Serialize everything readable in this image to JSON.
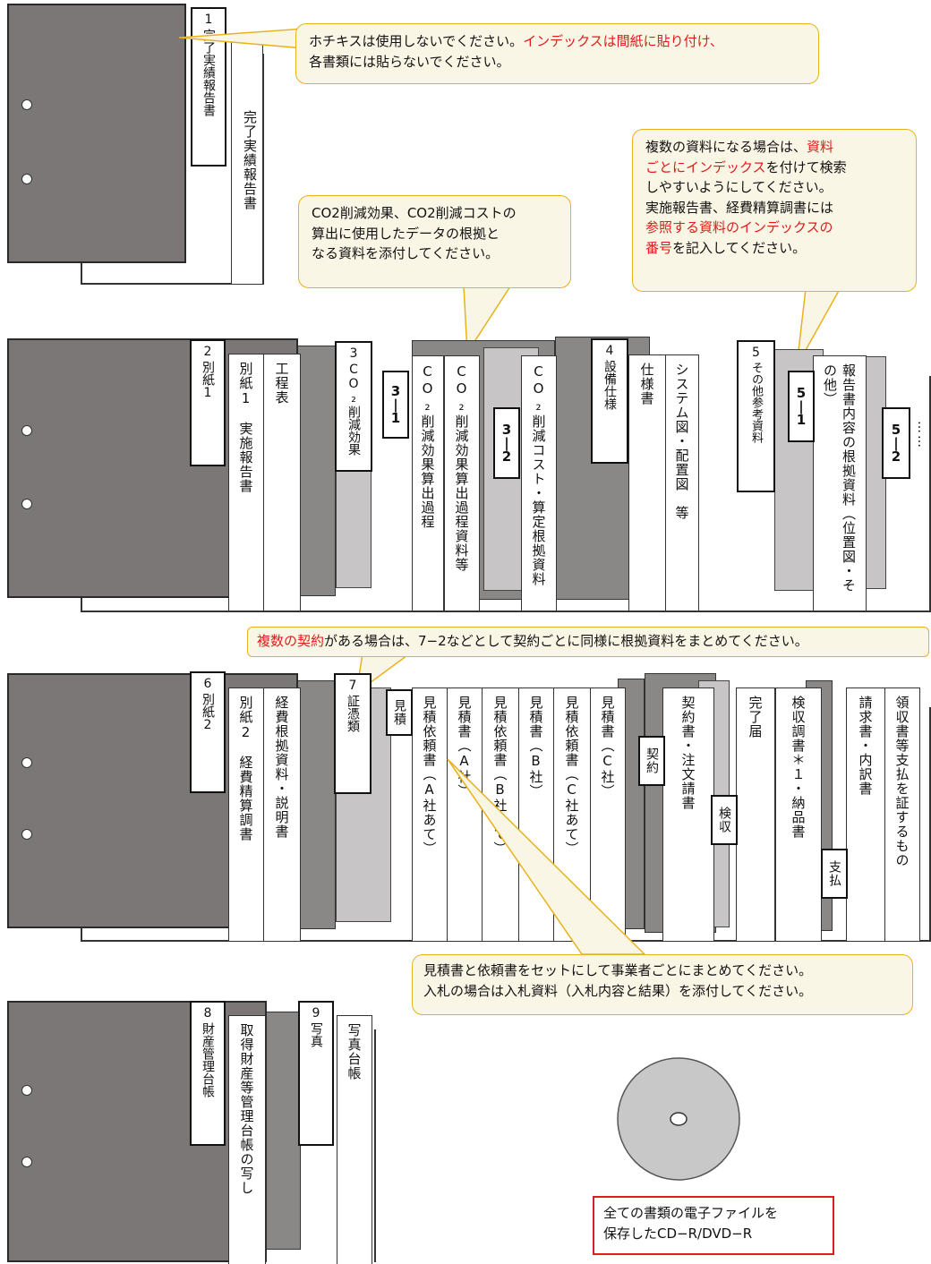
{
  "colors": {
    "accent_red": "#e21a1a",
    "callout_border": "#e8b21d",
    "callout_fill": "#faf6e6",
    "binder": "#7b7777",
    "cd_border": "#d61f1f"
  },
  "section1": {
    "tab": {
      "num": "1",
      "label": "完了実績報告書"
    },
    "doc": "完了実績報告書"
  },
  "section2": {
    "tab2": {
      "num": "2",
      "label": "別紙1"
    },
    "doc_jisshi": "別紙1　実施報告書",
    "doc_koutei": "工程表",
    "tab3": {
      "num": "3",
      "label": "CO₂削減効果"
    },
    "sub31": {
      "a": "3",
      "b": "1"
    },
    "doc_calc": "CO₂削減効果算出過程",
    "doc_calc_materials": "CO₂削減効果算出過程資料等",
    "sub32": {
      "a": "3",
      "b": "2"
    },
    "doc_cost": "CO₂削減コスト・算定根拠資料",
    "tab4": {
      "num": "4",
      "label": "設備仕様"
    },
    "doc_spec": "仕様書",
    "doc_system": "システム図・配置図　等",
    "tab5": {
      "num": "5",
      "label": "その他参考資料"
    },
    "sub51": {
      "a": "5",
      "b": "1"
    },
    "doc_basis": "報告書内容の根拠資料（位置図・その他）",
    "sub52": {
      "a": "5",
      "b": "2"
    },
    "dots": "……"
  },
  "section3": {
    "tab6": {
      "num": "6",
      "label": "別紙2"
    },
    "doc_seisan": "別紙2　経費精算調書",
    "doc_keihi": "経費根拠資料・説明書",
    "tab7": {
      "num": "7",
      "label": "証憑類"
    },
    "mini_mitsumori": "見積",
    "doc_irai_a": "見積依頼書（A社あて）",
    "doc_mitsu_a": "見積書（A社）",
    "doc_irai_b": "見積依頼書（B社あて）",
    "doc_mitsu_b": "見積書（B社）",
    "doc_irai_c": "見積依頼書（C社あて）",
    "doc_mitsu_c": "見積書（C社）",
    "mini_keiyaku": "契約",
    "doc_keiyaku": "契約書・注文請書",
    "mini_kenshu": "検収",
    "doc_kanryo": "完了届",
    "doc_kenshu": "検収調書＊１・納品書",
    "mini_shiharai": "支払",
    "doc_seikyu": "請求書・内訳書",
    "doc_ryoshu": "領収書等支払を証するもの"
  },
  "section4": {
    "tab8": {
      "num": "8",
      "label": "財産管理台帳"
    },
    "doc_zaisan": "取得財産等管理台帳の写し",
    "tab9": {
      "num": "9",
      "label": "写真"
    },
    "doc_photo": "写真台帳"
  },
  "callouts": {
    "staple": {
      "black1": "ホチキスは使用しないでください。",
      "red1": "インデックスは間紙に貼り付け、",
      "black2": "各書類には貼らないでください。"
    },
    "co2": {
      "line1": "CO2削減効果、CO2削減コストの",
      "line2": "算出に使用したデータの根拠と",
      "line3": "なる資料を添付してください。"
    },
    "multi": {
      "l1a": "複数の資料になる場合は、",
      "l1b": "資料",
      "l2a": "ごとにインデックス",
      "l2b": "を付けて検索",
      "l3": "しやすいようにしてください。",
      "l4": "実施報告書、経費精算調書には",
      "l5": "参照する資料のインデックスの",
      "l6a": "番号",
      "l6b": "を記入してください。"
    },
    "contract": {
      "red": "複数の契約",
      "black": "がある場合は、7−2などとして契約ごとに同様に根拠資料をまとめてください。"
    },
    "estimate": {
      "line1": "見積書と依頼書をセットにして事業者ごとにまとめてください。",
      "line2": "入札の場合は入札資料（入札内容と結果）を添付してください。"
    }
  },
  "cd": {
    "line1": "全ての書類の電子ファイルを",
    "line2": "保存したCD−R/DVD−R"
  }
}
